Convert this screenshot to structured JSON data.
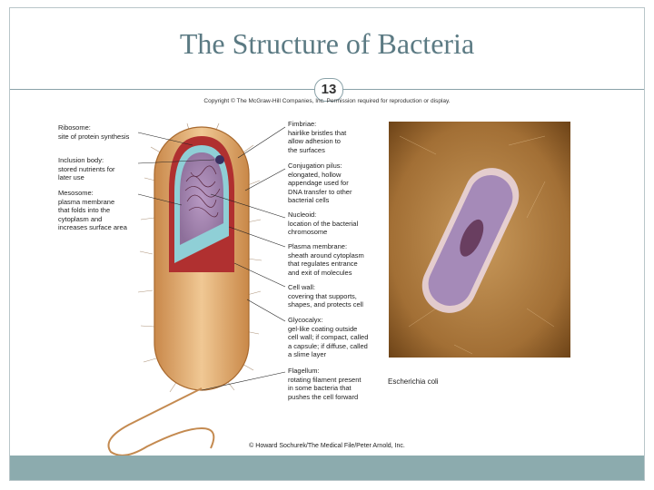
{
  "slide": {
    "title": "The Structure of Bacteria",
    "page_number": "13",
    "copyright": "Copyright © The McGraw-Hill Companies, Inc. Permission required for reproduction or display.",
    "credit": "© Howard Sochurek/The Medical File/Peter Arnold, Inc.",
    "micrograph_caption": "Escherichia coli"
  },
  "left_labels": [
    {
      "line1": "Ribosome:",
      "line2": "site of protein synthesis"
    },
    {
      "line1": "Inclusion body:",
      "line2": "stored nutrients for",
      "line3": "later use"
    },
    {
      "line1": "Mesosome:",
      "line2": "plasma membrane",
      "line3": "that folds into the",
      "line4": "cytoplasm and",
      "line5": "increases surface area"
    }
  ],
  "right_labels": [
    {
      "line1": "Fimbriae:",
      "line2": "hairlike bristles that",
      "line3": "allow adhesion to",
      "line4": "the surfaces"
    },
    {
      "line1": "Conjugation pilus:",
      "line2": "elongated, hollow",
      "line3": "appendage used for",
      "line4": "DNA transfer to other",
      "line5": "bacterial cells"
    },
    {
      "line1": "Nucleoid:",
      "line2": "location of the bacterial",
      "line3": "chromosome"
    },
    {
      "line1": "Plasma membrane:",
      "line2": "sheath around cytoplasm",
      "line3": "that regulates entrance",
      "line4": "and exit of molecules"
    },
    {
      "line1": "Cell wall:",
      "line2": "covering that supports,",
      "line3": "shapes, and protects cell"
    },
    {
      "line1": "Glycocalyx:",
      "line2": "gel-like coating outside",
      "line3": "cell wall; if compact, called",
      "line4": "a capsule; if diffuse, called",
      "line5": "a slime layer"
    },
    {
      "line1": "Flagellum:",
      "line2": "rotating filament present",
      "line3": "in some bacteria that",
      "line4": "pushes the cell forward"
    }
  ],
  "colors": {
    "accent": "#5b7a83",
    "footer": "#8cabae",
    "capsule": "#d9a066",
    "cell_wall": "#b03030",
    "membrane": "#8fcfd6",
    "cytoplasm": "#c9b3d6",
    "micrograph_bg": "#a9793e"
  }
}
